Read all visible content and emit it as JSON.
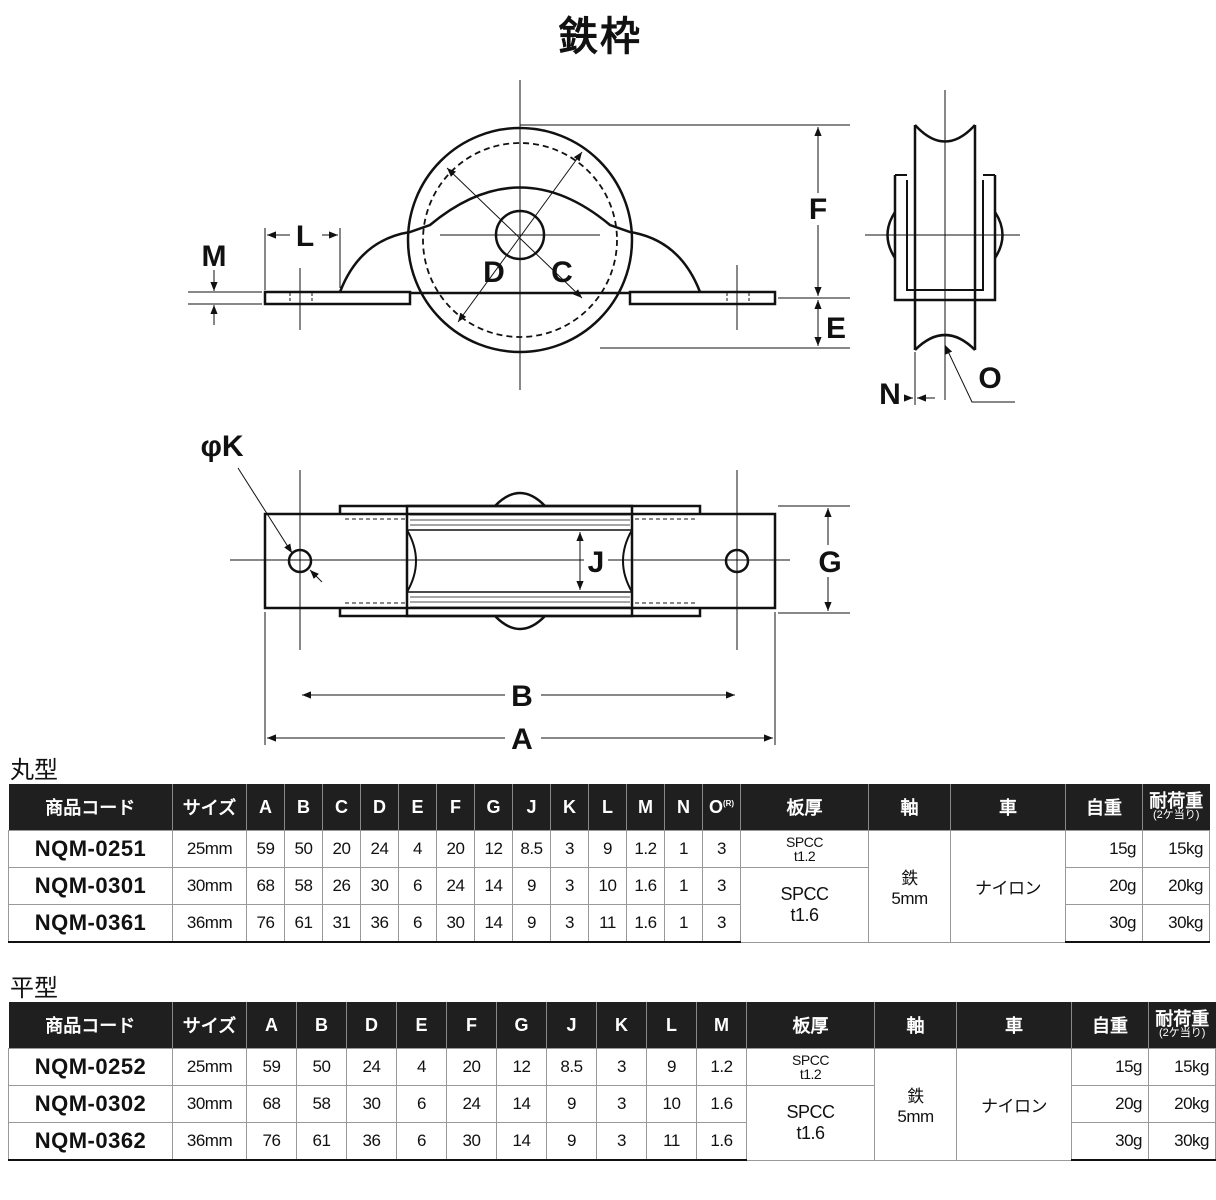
{
  "title": "鉄枠",
  "labels": {
    "L": "L",
    "M": "M",
    "D": "D",
    "C": "C",
    "F": "F",
    "E": "E",
    "O": "O",
    "N": "N",
    "K": "φK",
    "J": "J",
    "G": "G",
    "B": "B",
    "A": "A"
  },
  "round": {
    "section_label": "丸型",
    "headers": [
      "商品コード",
      "サイズ",
      "A",
      "B",
      "C",
      "D",
      "E",
      "F",
      "G",
      "J",
      "K",
      "L",
      "M",
      "N",
      "O",
      "板厚",
      "軸",
      "車",
      "自重",
      "耐荷重"
    ],
    "o_note": "(R)",
    "load_note": "(2ケ当り)",
    "rows": [
      {
        "code": "NQM-0251",
        "size": "25mm",
        "A": "59",
        "B": "50",
        "C": "20",
        "D": "24",
        "E": "4",
        "F": "20",
        "G": "12",
        "J": "8.5",
        "K": "3",
        "L": "9",
        "M": "1.2",
        "N": "1",
        "O": "3",
        "plate": [
          "SPCC",
          "t1.2"
        ],
        "weight": "15g",
        "load": "15kg"
      },
      {
        "code": "NQM-0301",
        "size": "30mm",
        "A": "68",
        "B": "58",
        "C": "26",
        "D": "30",
        "E": "6",
        "F": "24",
        "G": "14",
        "J": "9",
        "K": "3",
        "L": "10",
        "M": "1.6",
        "N": "1",
        "O": "3",
        "weight": "20g",
        "load": "20kg"
      },
      {
        "code": "NQM-0361",
        "size": "36mm",
        "A": "76",
        "B": "61",
        "C": "31",
        "D": "36",
        "E": "6",
        "F": "30",
        "G": "14",
        "J": "9",
        "K": "3",
        "L": "11",
        "M": "1.6",
        "N": "1",
        "O": "3",
        "weight": "30g",
        "load": "30kg"
      }
    ],
    "plate_shared": [
      "SPCC",
      "t1.6"
    ],
    "axle": [
      "鉄",
      "5mm"
    ],
    "wheel": "ナイロン"
  },
  "flat": {
    "section_label": "平型",
    "headers": [
      "商品コード",
      "サイズ",
      "A",
      "B",
      "D",
      "E",
      "F",
      "G",
      "J",
      "K",
      "L",
      "M",
      "板厚",
      "軸",
      "車",
      "自重",
      "耐荷重"
    ],
    "load_note": "(2ケ当り)",
    "rows": [
      {
        "code": "NQM-0252",
        "size": "25mm",
        "A": "59",
        "B": "50",
        "D": "24",
        "E": "4",
        "F": "20",
        "G": "12",
        "J": "8.5",
        "K": "3",
        "L": "9",
        "M": "1.2",
        "plate": [
          "SPCC",
          "t1.2"
        ],
        "weight": "15g",
        "load": "15kg"
      },
      {
        "code": "NQM-0302",
        "size": "30mm",
        "A": "68",
        "B": "58",
        "D": "30",
        "E": "6",
        "F": "24",
        "G": "14",
        "J": "9",
        "K": "3",
        "L": "10",
        "M": "1.6",
        "weight": "20g",
        "load": "20kg"
      },
      {
        "code": "NQM-0362",
        "size": "36mm",
        "A": "76",
        "B": "61",
        "D": "36",
        "E": "6",
        "F": "30",
        "G": "14",
        "J": "9",
        "K": "3",
        "L": "11",
        "M": "1.6",
        "weight": "30g",
        "load": "30kg"
      }
    ],
    "plate_shared": [
      "SPCC",
      "t1.6"
    ],
    "axle": [
      "鉄",
      "5mm"
    ],
    "wheel": "ナイロン"
  }
}
